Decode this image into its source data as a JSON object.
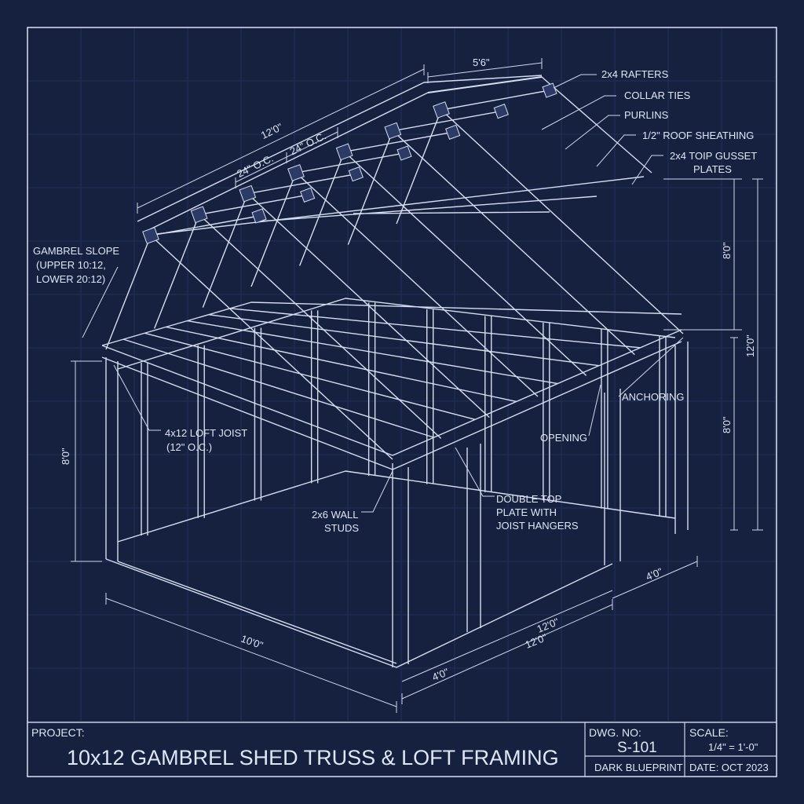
{
  "callouts": {
    "rafters": "2x4 RAFTERS",
    "collar_ties": "COLLAR TIES",
    "purlins": "PURLINS",
    "sheathing": "1/2\" ROOF SHEATHING",
    "gusset_1": "2x4 TOIP GUSSET",
    "gusset_2": "PLATES",
    "slope_1": "GAMBREL SLOPE",
    "slope_2": "(UPPER 10:12,",
    "slope_3": "LOWER 20:12)",
    "loft_1": "4x12 LOFT JOIST",
    "loft_2": "(12\" O.C.)",
    "studs_1": "2x6 WALL",
    "studs_2": "STUDS",
    "plate_1": "DOUBLE TOP",
    "plate_2": "PLATE WITH",
    "plate_3": "JOIST HANGERS",
    "opening": "OPENING",
    "anchoring": "ANCHORING"
  },
  "dimensions": {
    "ridge_len": "12'0\"",
    "oc_1": "24\" O.C.",
    "oc_2": "24\" O.C.",
    "top_width": "5'6\"",
    "right_upper": "8'0\"",
    "right_total": "12'0\"",
    "right_lower": "8'0\"",
    "left_wall": "8'0\"",
    "base_front": "10'0\"",
    "base_side_a": "12'0\"",
    "base_side_b": "12'0\"",
    "base_seg_1": "4'0\"",
    "base_seg_2": "4'0\""
  },
  "title_block": {
    "project_label": "PROJECT:",
    "project_title": "10x12 GAMBREL SHED TRUSS & LOFT FRAMING",
    "dwg_label": "DWG. NO:",
    "dwg_no": "S-101",
    "sheet_style": "DARK BLUEPRINT",
    "scale_label": "SCALE:",
    "scale_value": "1/4\" = 1'-0\"",
    "date": "DATE: OCT 2023"
  },
  "colors": {
    "background": "#16203f",
    "line": "#d6deef",
    "grid": "#26325a"
  }
}
